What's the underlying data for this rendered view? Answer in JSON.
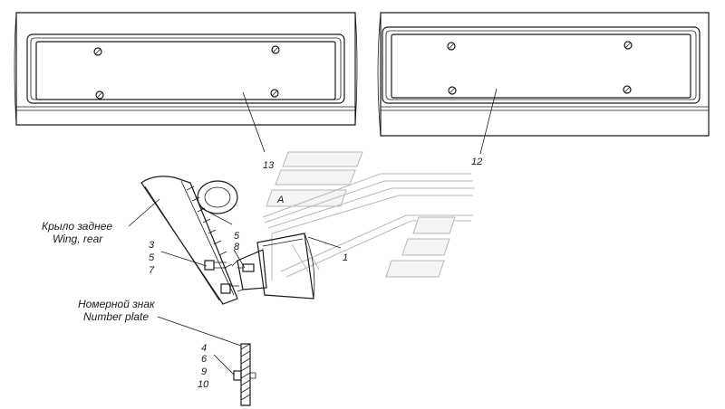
{
  "callouts": {
    "c13": "13",
    "c12": "12",
    "cA": "A",
    "c1": "1",
    "c5a": "5",
    "c8": "8",
    "c3": "3",
    "c5b": "5",
    "c7": "7",
    "c4": "4",
    "c6": "6",
    "c9": "9",
    "c10": "10"
  },
  "captions": {
    "wing_ru": "Крыло заднее",
    "wing_en": "Wing, rear",
    "plate_ru": "Номерной знак",
    "plate_en": "Number plate"
  },
  "colors": {
    "ink": "#1a1a1a",
    "ghost": "#b8b8b8",
    "background": "#ffffff"
  }
}
